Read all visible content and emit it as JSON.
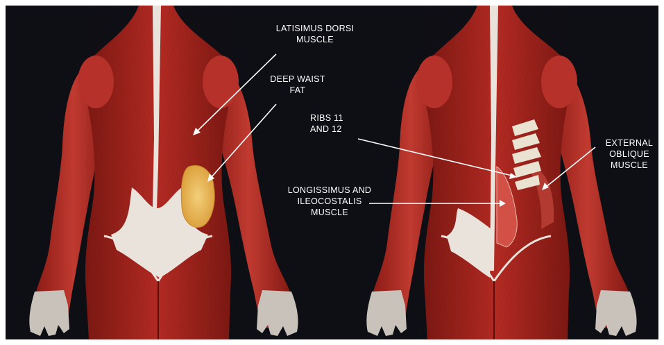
{
  "figure": {
    "colors": {
      "background": "#0d0f14",
      "muscle": "#a8231d",
      "muscle_dark": "#7a1712",
      "muscle_light": "#c8423a",
      "tendon": "#e9e3dc",
      "fat": "#e8b24c",
      "rib": "#ebe3d2",
      "pointer": "#ffffff",
      "label_text": "#ffffff"
    },
    "labels": {
      "latissimus": [
        "LATISIMUS DORSI",
        "MUSCLE"
      ],
      "deep_fat": [
        "DEEP WAIST",
        "FAT"
      ],
      "ribs": [
        "RIBS 11",
        "AND 12"
      ],
      "external_oblique": [
        "EXTERNAL",
        "OBLIQUE",
        "MUSCLE"
      ],
      "longissimus": [
        "LONGISSIMUS AND",
        "ILEOCOSTALIS",
        "MUSCLE"
      ]
    }
  }
}
